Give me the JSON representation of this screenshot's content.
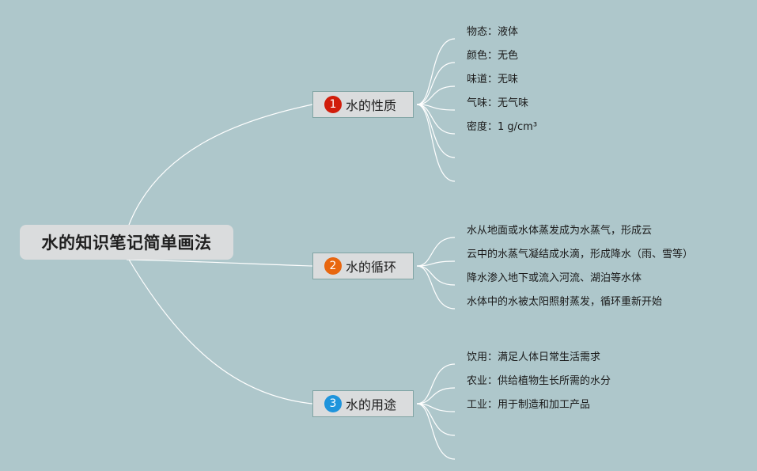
{
  "root": {
    "label": "水的知识笔记简单画法"
  },
  "colors": {
    "background": "#aec7cb",
    "line": "#ffffff"
  },
  "branches": [
    {
      "number": "1",
      "label": "水的性质",
      "badge_color": "#d11d0b",
      "leaves": [
        "物态：液体",
        "颜色：无色",
        "味道：无味",
        "气味：无气味",
        "密度：1 g/cm³",
        "",
        ""
      ]
    },
    {
      "number": "2",
      "label": "水的循环",
      "badge_color": "#e8660f",
      "leaves": [
        "水从地面或水体蒸发成为水蒸气，形成云",
        "云中的水蒸气凝结成水滴，形成降水（雨、雪等）",
        "降水渗入地下或流入河流、湖泊等水体",
        "水体中的水被太阳照射蒸发，循环重新开始"
      ]
    },
    {
      "number": "3",
      "label": "水的用途",
      "badge_color": "#1e94dc",
      "leaves": [
        "饮用：满足人体日常生活需求",
        "农业：供给植物生长所需的水分",
        "工业：用于制造和加工产品",
        "",
        ""
      ]
    }
  ]
}
